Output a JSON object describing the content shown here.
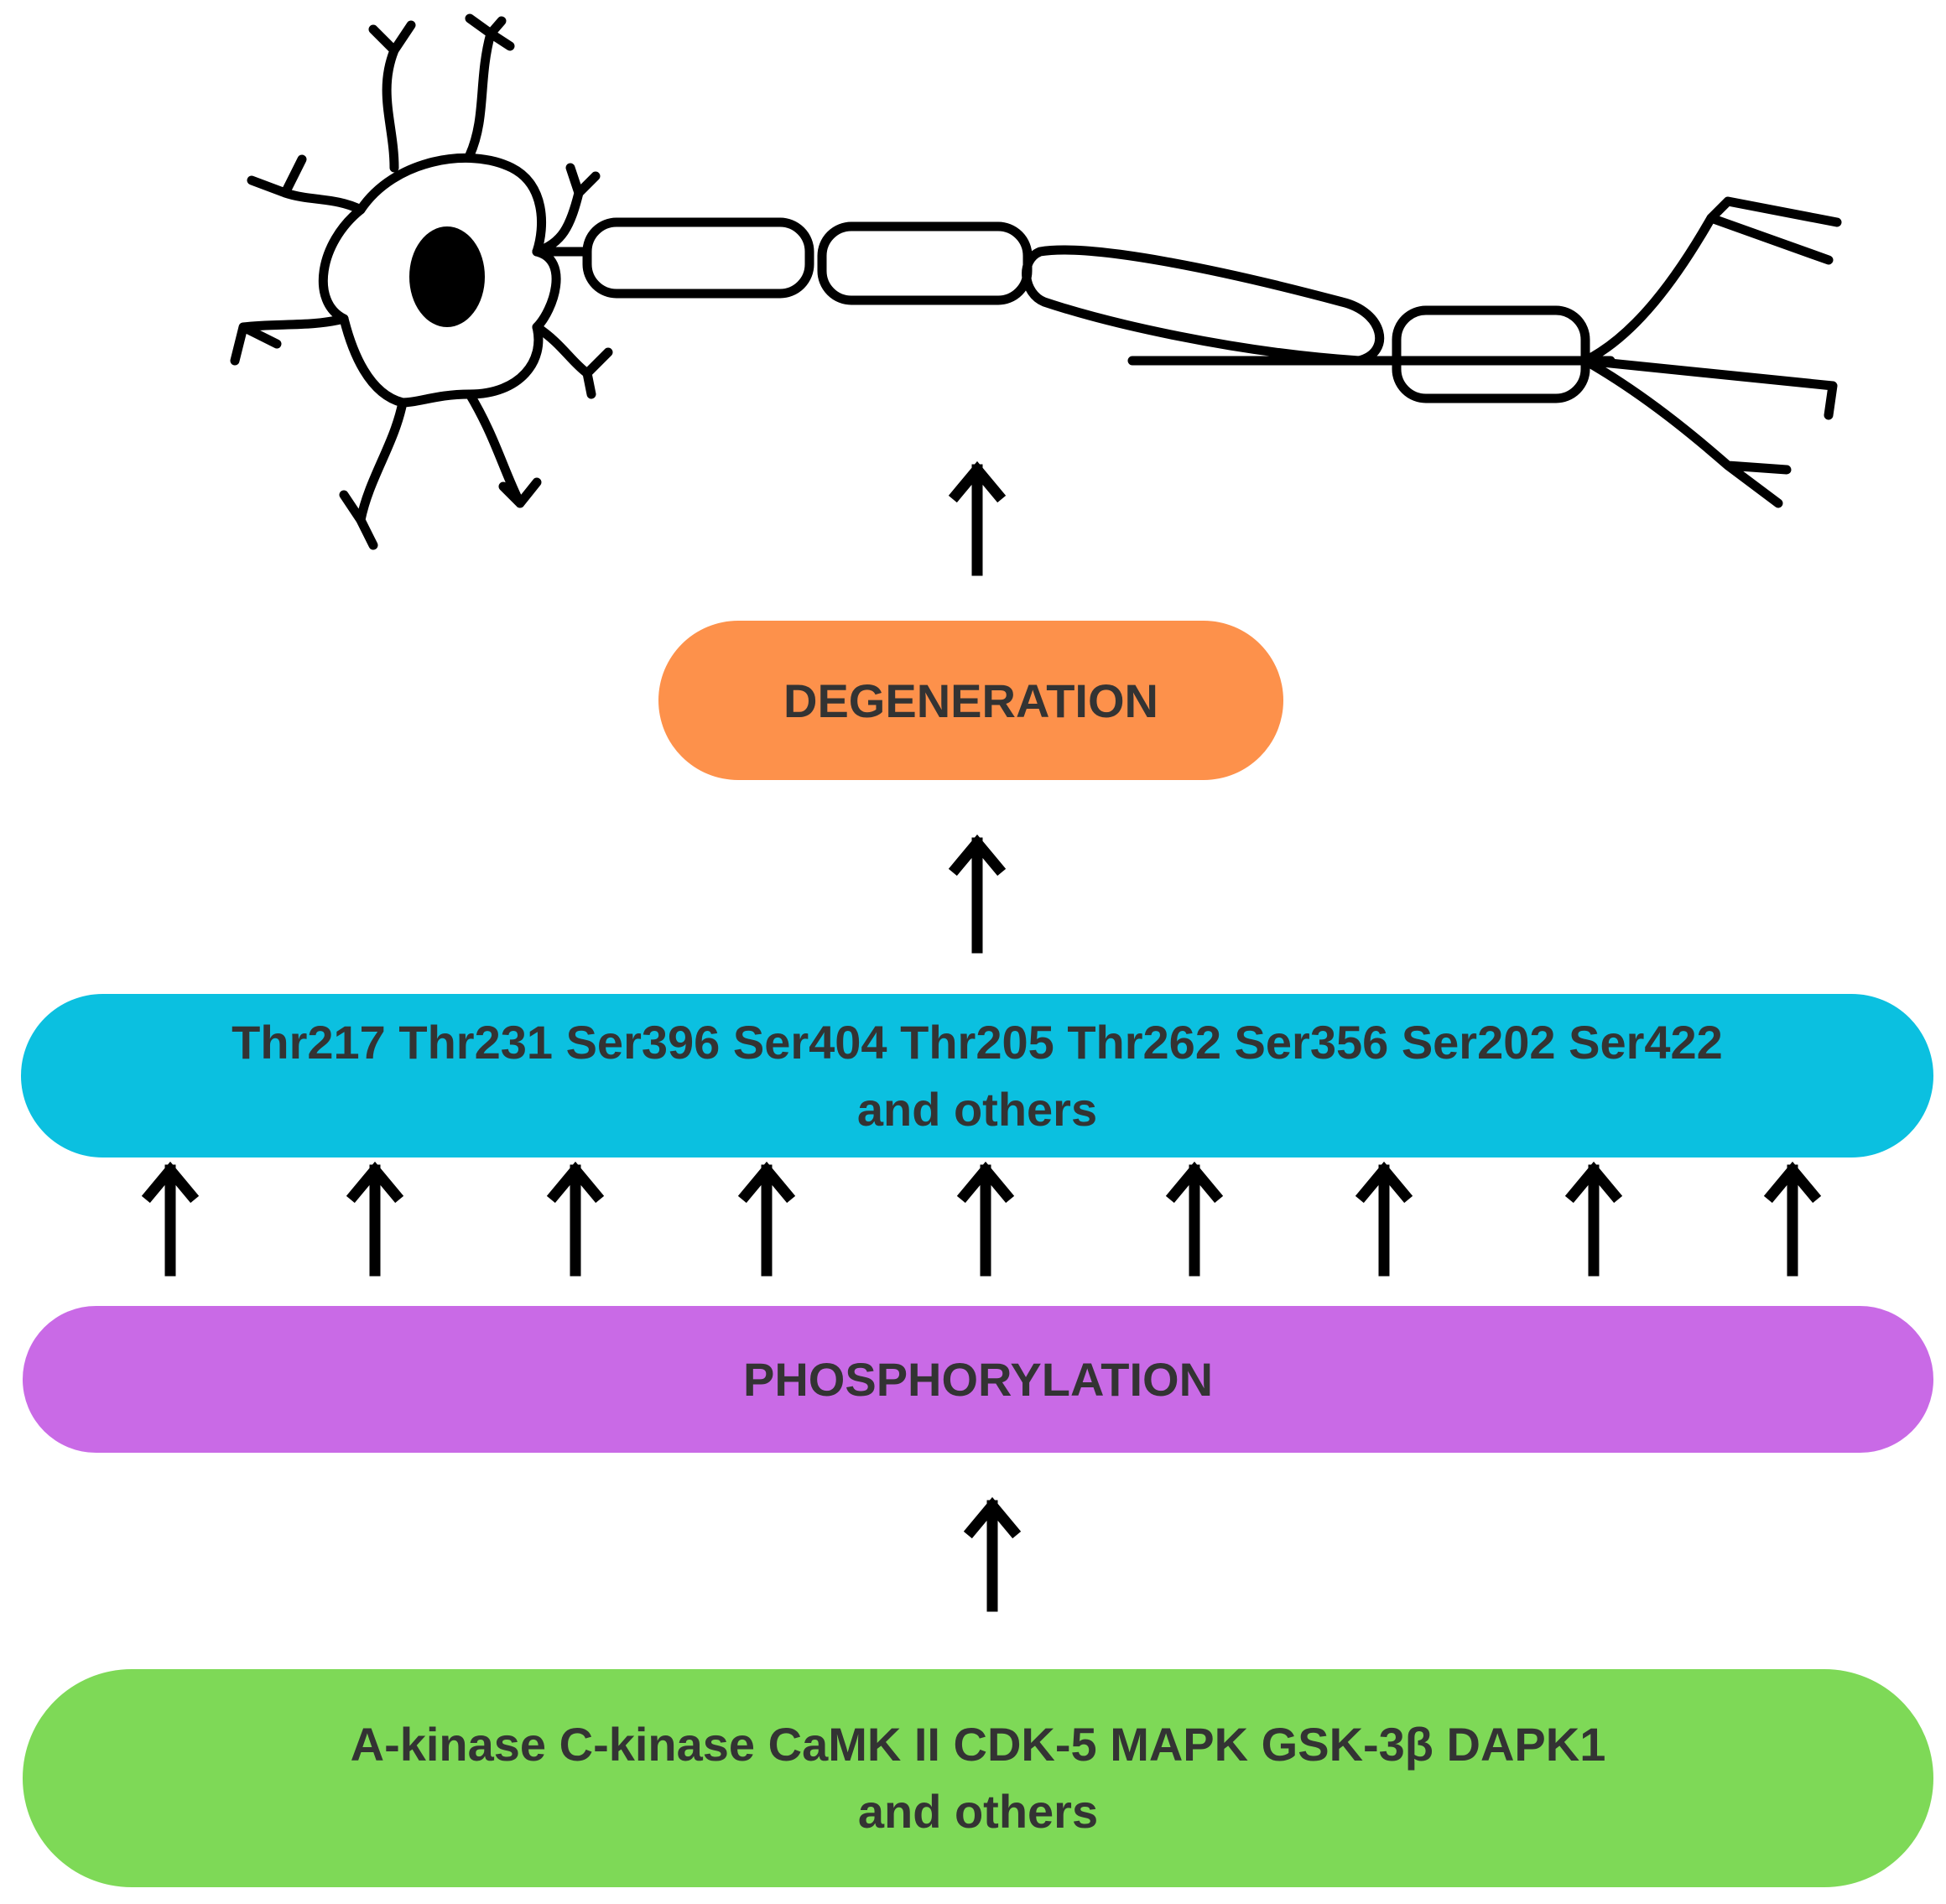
{
  "colors": {
    "degeneration": "#fd914b",
    "sites": "#0bc0e0",
    "phosphorylation": "#c96ae6",
    "kinases": "#7ed957",
    "text": "#333333",
    "arrow": "#000000"
  },
  "neuron": {
    "icon": "neuron-illustration"
  },
  "degeneration": {
    "label": "DEGENERATION"
  },
  "sites": {
    "line1": "Thr217 Thr231 Ser396 Ser404 Thr205 Thr262 Ser356 Ser202 Ser422",
    "line2": "and others"
  },
  "phosphorylation": {
    "label": "PHOSPHORYLATION"
  },
  "kinases": {
    "line1": "A-kinase C-kinase CaMK II CDK-5 MAPK GSK-3β DAPK1",
    "line2": "and others"
  }
}
